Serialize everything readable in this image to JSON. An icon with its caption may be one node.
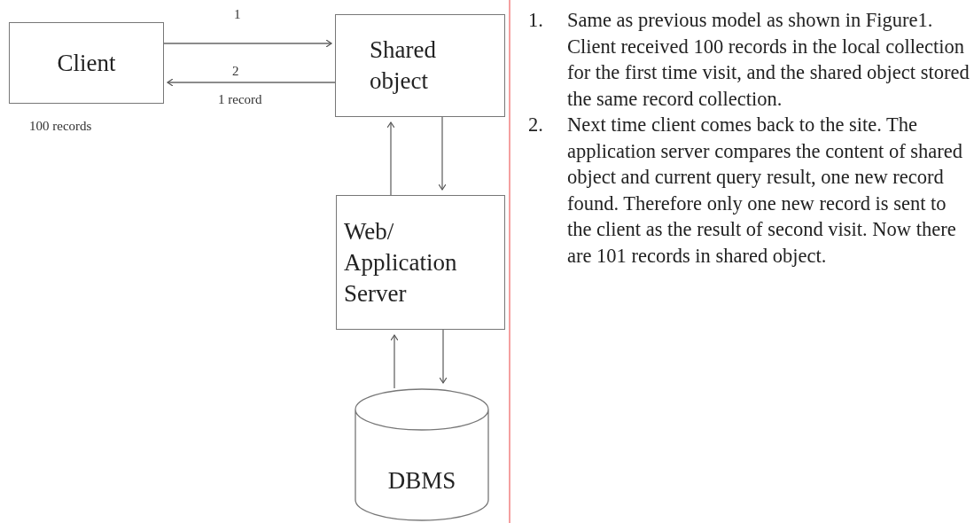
{
  "diagram": {
    "nodes": [
      {
        "text": [
          "Client"
        ],
        "beside": [
          "100 records"
        ]
      },
      {
        "text": [
          "Shared object"
        ]
      },
      {
        "text": [
          "Web/ Application Server"
        ]
      },
      {
        "text": [
          "DBMS"
        ]
      }
    ],
    "edges": [
      {
        "from": 0,
        "to": 1,
        "arrow": "to",
        "label": "1"
      },
      {
        "from": 1,
        "to": 0,
        "arrow": "to",
        "label": "2"
      },
      {
        "from": 2,
        "to": 1,
        "arrow": "to"
      },
      {
        "from": 1,
        "to": 2,
        "arrow": "to"
      },
      {
        "from": 3,
        "to": 2,
        "arrow": "to"
      },
      {
        "from": 2,
        "to": 3,
        "arrow": "to"
      }
    ],
    "labels": [
      "1 record",
      "1.",
      "Same as previous model as shown in Figure1. Client received 100 records in the local collection for the first time visit, and the shared object stored the same record collection.",
      "2.",
      "Next time client comes back to the site. The application server compares the content of shared object and current query result, one new record found. Therefore only one new record is sent to the client as the result of second visit. Now there are 101 records in shared object."
    ]
  }
}
